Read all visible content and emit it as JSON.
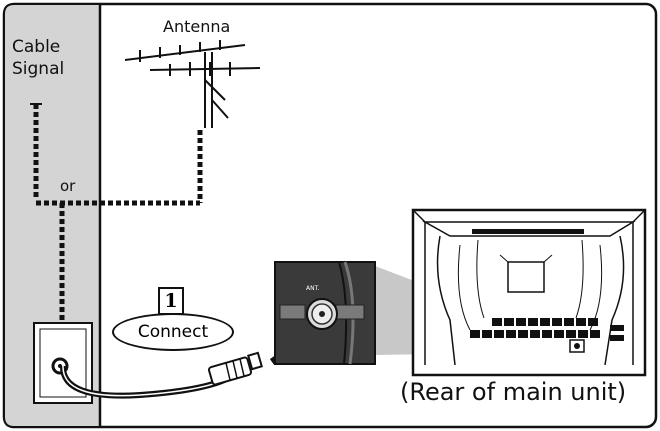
{
  "labels": {
    "cable_signal_line1": "Cable",
    "cable_signal_line2": "Signal",
    "antenna": "Antenna",
    "or": "or",
    "step_number": "1",
    "connect": "Connect",
    "rear_of_main_unit": "(Rear of main unit)",
    "port_label": "ANT."
  },
  "colors": {
    "panel_gray": "#d4d4d4",
    "outline": "#111111",
    "zoom_wedge": "#c8c8c8",
    "port_box": "#3a3a3a"
  }
}
